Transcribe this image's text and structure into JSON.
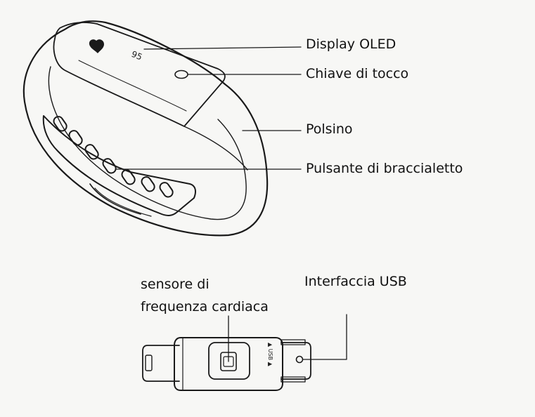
{
  "device": {
    "screen_reading": "95"
  },
  "callouts": {
    "display": "Display OLED",
    "touch_key": "Chiave di tocco",
    "strap": "Polsino",
    "clasp_button": "Pulsante di braccialetto",
    "hr_sensor_line1": "sensore di",
    "hr_sensor_line2": "frequenza cardiaca",
    "usb_interface": "Interfaccia USB"
  },
  "module": {
    "usb_marking": "▲ USB ▲"
  }
}
